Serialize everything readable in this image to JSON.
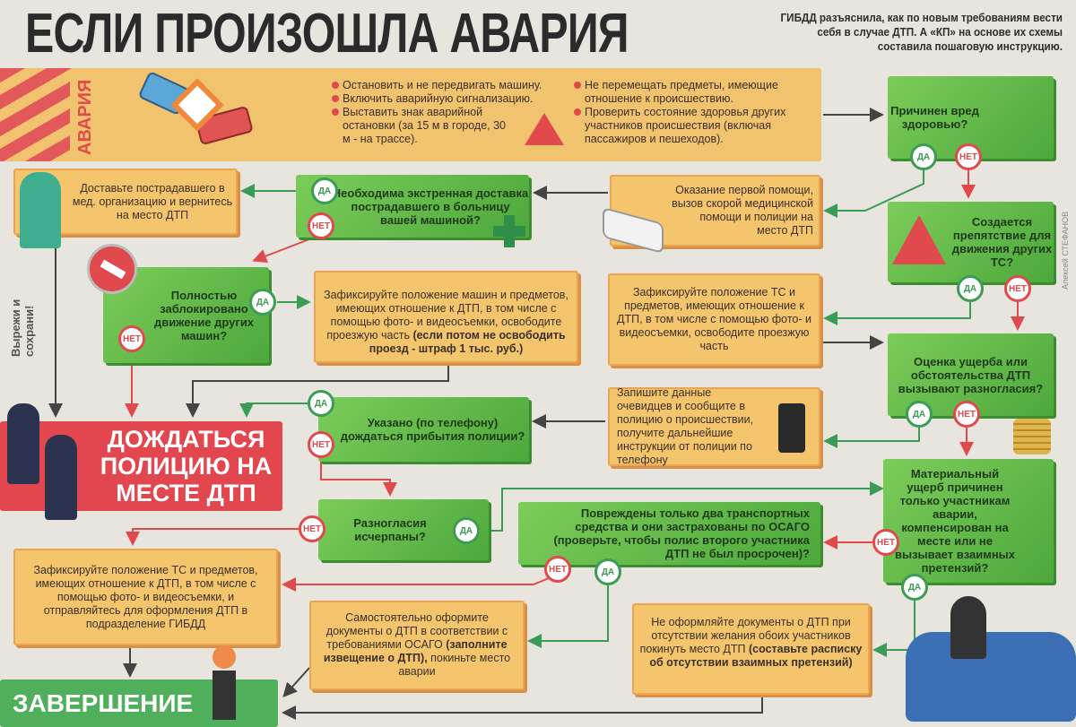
{
  "header": {
    "title": "ЕСЛИ ПРОИЗОШЛА АВАРИЯ",
    "subtitle": "ГИБДД разъяснила, как по новым требованиям вести себя в случае ДТП. А «КП» на основе их схемы составила пошаговую инструкцию."
  },
  "banner": {
    "label": "АВАРИЯ",
    "bullets_left": [
      "Остановить и не передвигать машину.",
      "Включить аварийную сигнализацию.",
      "Выставить знак аварийной остановки (за 15 м в городе, 30 м - на трассе)."
    ],
    "bullets_right": [
      "Не перемещать предметы, имеющие отношение к происшествию.",
      "Проверить состояние здоровья других участников происшествия (включая пассажиров и пешеходов)."
    ]
  },
  "answers": {
    "yes": "ДА",
    "no": "НЕТ"
  },
  "questions": {
    "health": "Причинен вред здоровью?",
    "delivery": "Необходима экстренная доставка пострадавшего в больницу вашей машиной?",
    "obstacle": "Создается препятствие для движения других ТС?",
    "blocked": "Полностью заблокировано движение других машин?",
    "damage": "Оценка ущерба или обстоятельства ДТП вызывают разногласия?",
    "phone": "Указано (по телефону) дождаться прибытия полиции?",
    "material": "Материальный ущерб причинен только участникам аварии, компенсирован на месте или не вызывает взаимных претензий?",
    "resolved": "Разногласия исчерпаны?",
    "osago": "Повреждены только два транспортных средства и они застрахованы по ОСАГО (проверьте, чтобы полис второго участника ДТП не был просрочен)?"
  },
  "actions": {
    "first_aid": "Оказание первой помощи, вызов скорой медицинской помощи и полиции на место ДТП",
    "deliver": "Доставьте пострадавшего в мед. организацию и вернитесь на место ДТП",
    "fix_cars": "Зафиксируйте положение машин и предметов, имеющих отношение к ДТП, в том числе с помощью фото- и видеосъемки, освободите проезжую часть",
    "fix_cars_bold": "(если потом не освободить проезд -  штраф 1 тыс. руб.)",
    "fix_ts": "Зафиксируйте положение ТС и предметов, имеющих отношение к ДТП, в том числе с помощью фото- и видеосъемки, освободите проезжую часть",
    "witnesses": "Запишите данные очевидцев и сообщите в полицию о происшествии, получите дальнейшие инструкции от полиции по телефону",
    "fix_gibdd": "Зафиксируйте положение ТС и предметов, имеющих отношение к ДТП, в том числе с помощью фото- и видеосъемки, и отправляйтесь для оформления  ДТП в подразделение ГИБДД",
    "self_docs": "Самостоятельно оформите документы о ДТП в соответствии с требованиями ОСАГО",
    "self_docs_bold": "(заполните извещение о ДТП),",
    "self_docs_tail": "покиньте место аварии",
    "no_docs": "Не оформляйте документы о ДТП при отсутствии желания обоих участников покинуть место ДТП",
    "no_docs_bold": "(составьте расписку об отсутствии взаимных претензий)"
  },
  "wait_police": "ДОЖДАТЬСЯ ПОЛИЦИЮ НА МЕСТЕ ДТП",
  "finish": "ЗАВЕРШЕНИЕ",
  "cut_note": "Вырежи и сохрани!",
  "credit": "Алексей СТЕФАНОВ",
  "colors": {
    "green": "#5fb84a",
    "orange": "#f4c56c",
    "red": "#e2474f",
    "yes": "#3b9c55",
    "no": "#e04a4c"
  }
}
